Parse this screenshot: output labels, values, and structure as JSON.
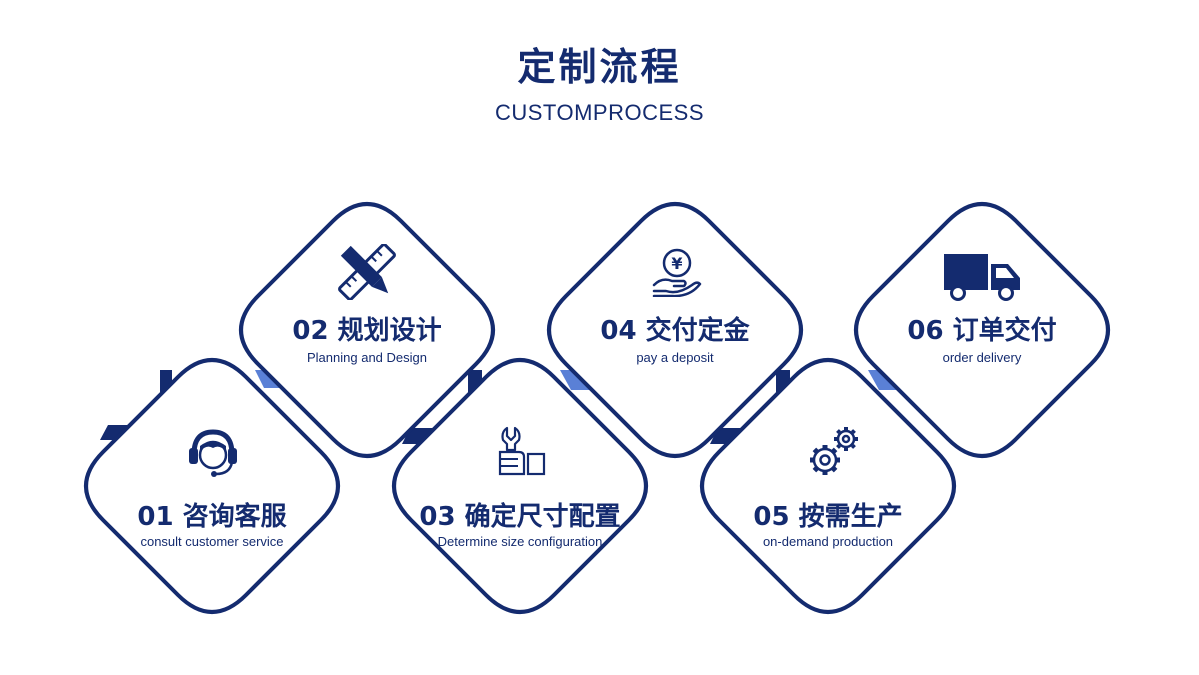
{
  "header": {
    "title": "定制流程",
    "subtitle": "CUSTOMPROCESS"
  },
  "colors": {
    "navy": "#142b6f",
    "accent": "#5a80d6",
    "background": "#ffffff"
  },
  "steps": [
    {
      "number": "01",
      "title": "01 咨询客服",
      "subtitle": "consult customer service",
      "icon": "headset-icon"
    },
    {
      "number": "02",
      "title": "02 规划设计",
      "subtitle": "Planning and Design",
      "icon": "pencil-ruler-icon"
    },
    {
      "number": "03",
      "title": "03 确定尺寸配置",
      "subtitle": "Determine size configuration",
      "icon": "wrench-hand-icon"
    },
    {
      "number": "04",
      "title": "04 交付定金",
      "subtitle": "pay a deposit",
      "icon": "yen-coin-hand-icon"
    },
    {
      "number": "05",
      "title": "05 按需生产",
      "subtitle": "on-demand production",
      "icon": "gears-icon"
    },
    {
      "number": "06",
      "title": "06 订单交付",
      "subtitle": "order delivery",
      "icon": "delivery-truck-icon"
    }
  ]
}
